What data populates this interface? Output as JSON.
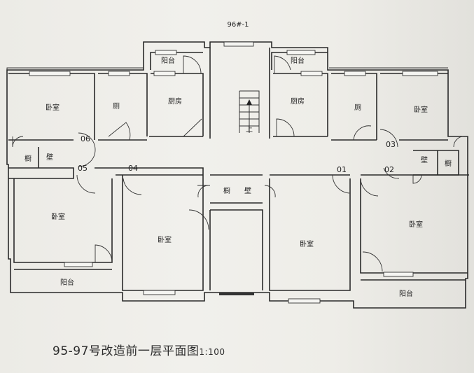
{
  "drawing": {
    "title": "96#-1",
    "caption_main": "95-97号改造前一层平面图",
    "caption_scale": "1:100"
  },
  "rooms": {
    "bedroom": "卧室",
    "toilet": "厕",
    "kitchen": "厨房",
    "balcony": "阳台",
    "closet": "橱",
    "wall_cabinet": "壁"
  },
  "stair_label": "上",
  "door_numbers": [
    "06",
    "05",
    "04",
    "01",
    "03",
    "02"
  ],
  "colors": {
    "paper": "#eeede8",
    "ink": "#2a2a2a"
  }
}
